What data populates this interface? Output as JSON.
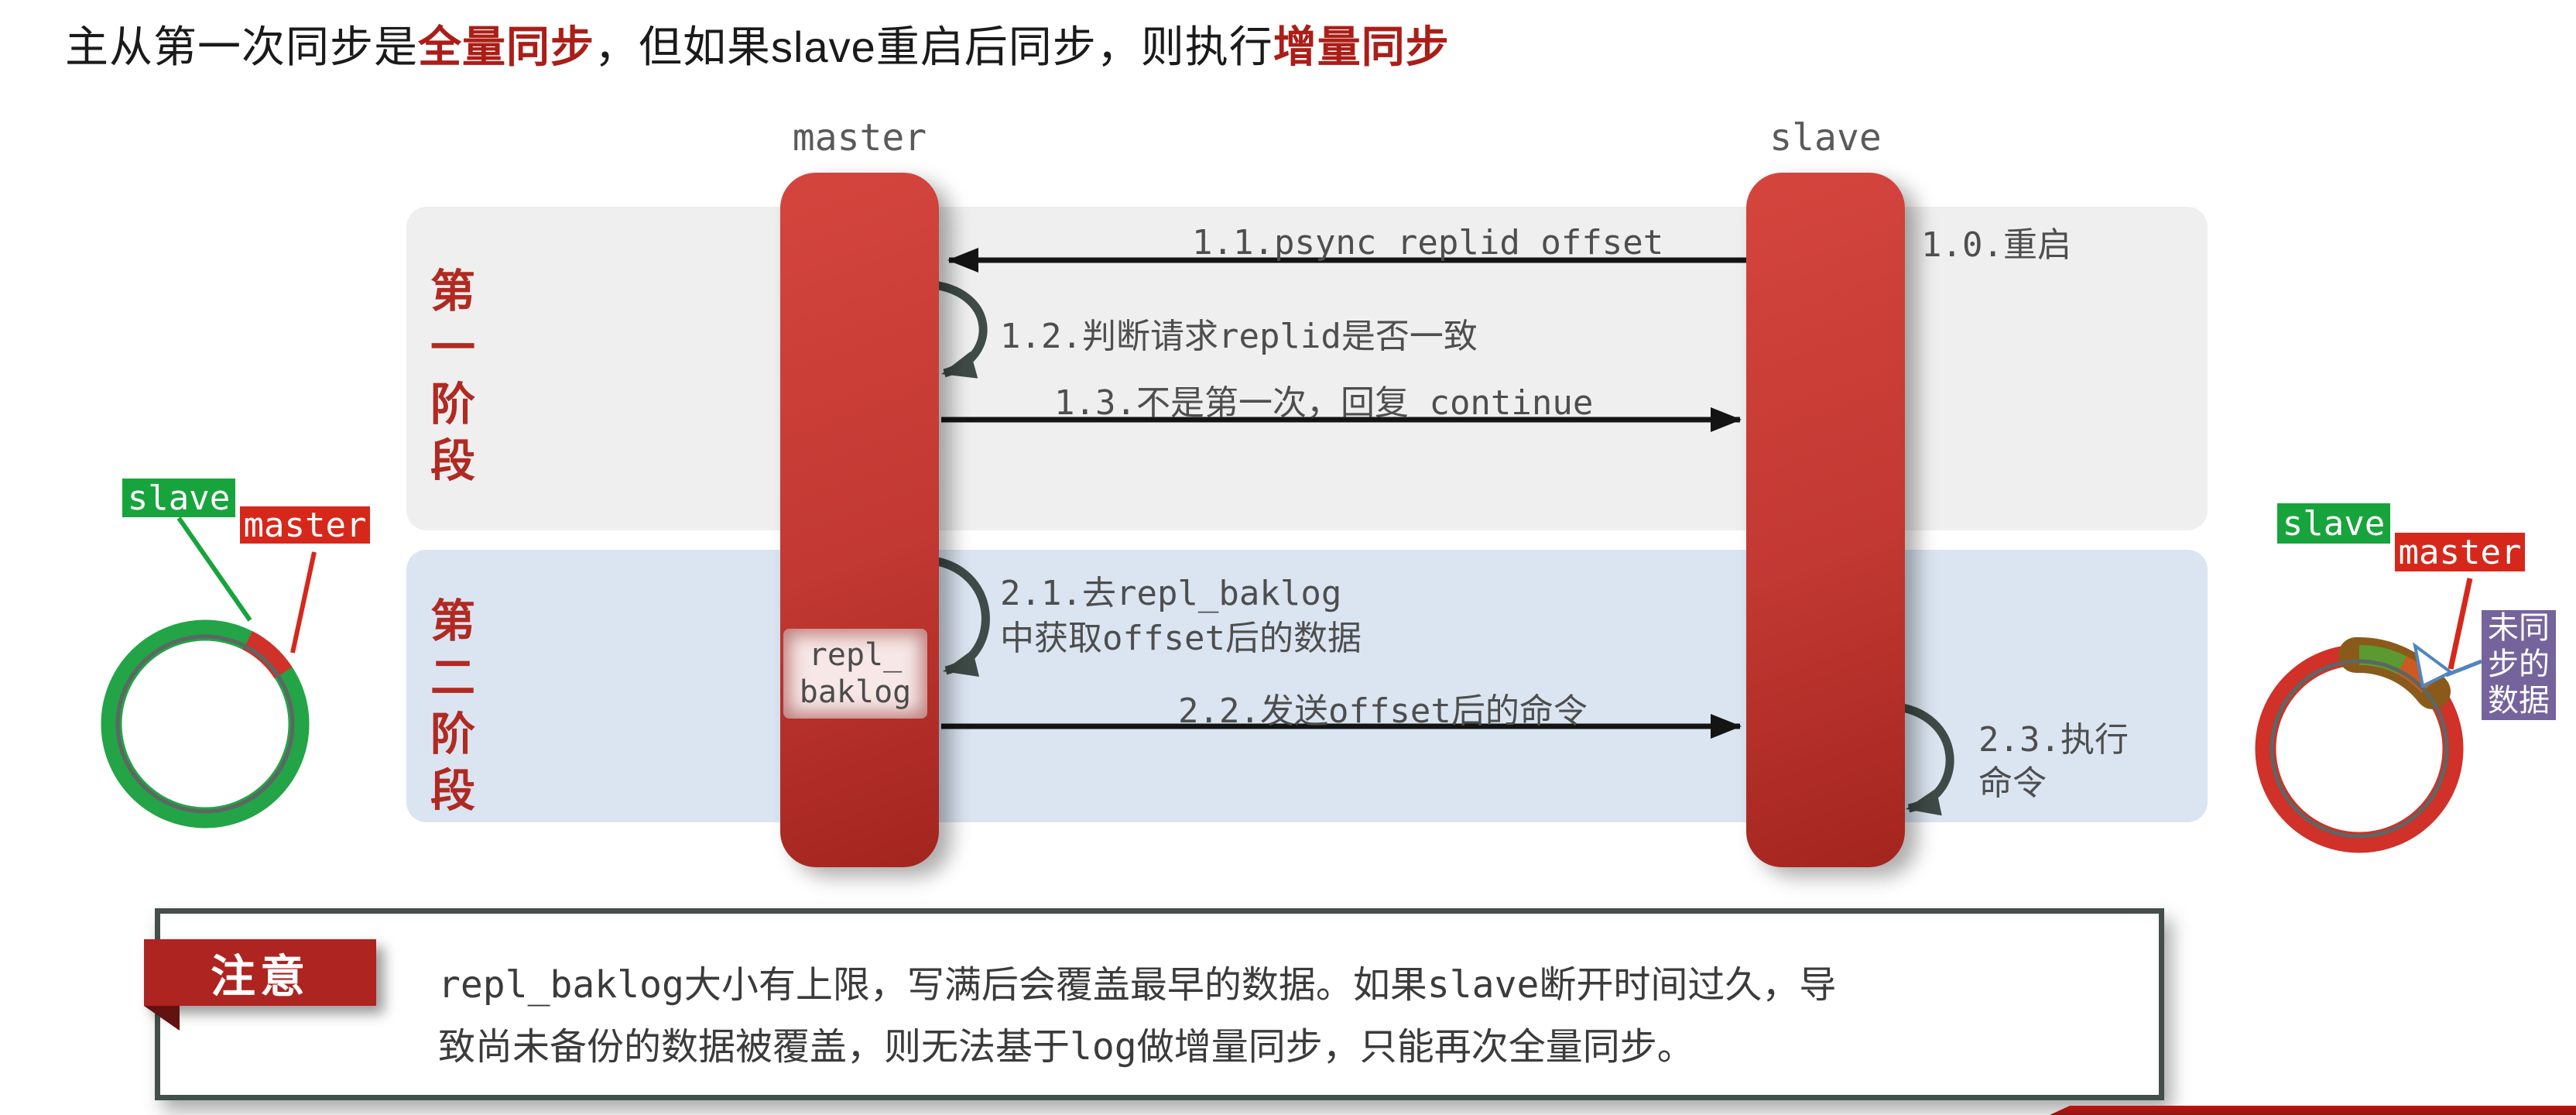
{
  "title": {
    "part1": "主从第一次同步是",
    "em1": "全量同步",
    "part2": "，但如果slave重启后同步，则执行",
    "em2": "增量同步"
  },
  "lifelines": {
    "master": "master",
    "slave": "slave"
  },
  "phases": {
    "first": "第一阶段",
    "second": "第二阶段"
  },
  "messages": {
    "restart": "1.0.重启",
    "psync": "1.1.psync replid offset",
    "check_replid": "1.2.判断请求replid是否一致",
    "continue_reply": "1.3.不是第一次，回复 continue",
    "get_data_1": "2.1.去repl_baklog",
    "get_data_2": "中获取offset后的数据",
    "send_cmds": "2.2.发送offset后的命令",
    "exec_1": "2.3.执行",
    "exec_2": "命令"
  },
  "repl_baklog": {
    "line1": "repl_",
    "line2": "baklog"
  },
  "left_ring": {
    "slave": "slave",
    "master": "master"
  },
  "right_ring": {
    "slave": "slave",
    "master": "master",
    "unsynced": "未同步的数据"
  },
  "note": {
    "badge": "注意",
    "line1": "repl_baklog大小有上限，写满后会覆盖最早的数据。如果slave断开时间过久，导",
    "line2": "致尚未备份的数据被覆盖，则无法基于log做增量同步，只能再次全量同步。"
  },
  "colors": {
    "bar_red": "#c0362f",
    "phase1_bg": "#efefef",
    "phase2_bg": "#dbe5f1",
    "accent_red": "#ab1e18",
    "phase_label_red": "#b02a22",
    "tag_green": "#18a43c",
    "tag_red": "#d5281b",
    "tag_purple": "#75639c",
    "note_border": "#434f4a",
    "loop_arrow": "#3f4b47",
    "message_arrow": "#141414"
  }
}
